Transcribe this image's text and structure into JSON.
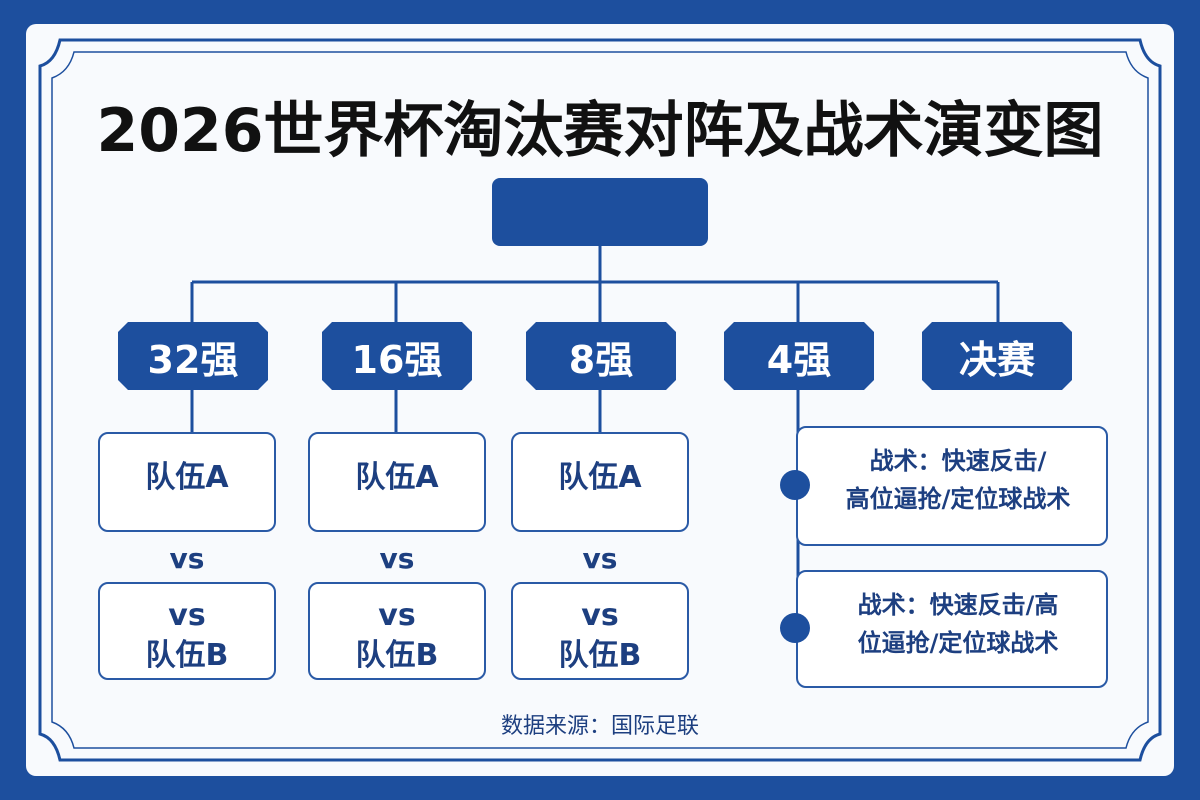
{
  "title": "2026世界杯淘汰赛对阵及战术演变图",
  "stages": [
    {
      "id": "r32",
      "label": "32强"
    },
    {
      "id": "r16",
      "label": "16强"
    },
    {
      "id": "qf",
      "label": "8强"
    },
    {
      "id": "sf",
      "label": "4强"
    },
    {
      "id": "final",
      "label": "决赛"
    }
  ],
  "matchups": [
    {
      "team_a": "队伍A",
      "vs": "vs",
      "team_b_vs": "vs",
      "team_b": "队伍B"
    },
    {
      "team_a": "队伍A",
      "vs": "vs",
      "team_b_vs": "vs",
      "team_b": "队伍B"
    },
    {
      "team_a": "队伍A",
      "vs": "vs",
      "team_b_vs": "vs",
      "team_b": "队伍B"
    }
  ],
  "tactics": [
    {
      "line1": "战术：快速反击/",
      "line2": "高位逼抢/定位球战术"
    },
    {
      "line1": "战术：快速反击/高",
      "line2": "位逼抢/定位球战术"
    }
  ],
  "source": "数据来源：国际足联",
  "colors": {
    "primary": "#1d4f9e",
    "text_dark": "#111111",
    "text_blue": "#1d3f80",
    "background": "#f8fafd"
  }
}
